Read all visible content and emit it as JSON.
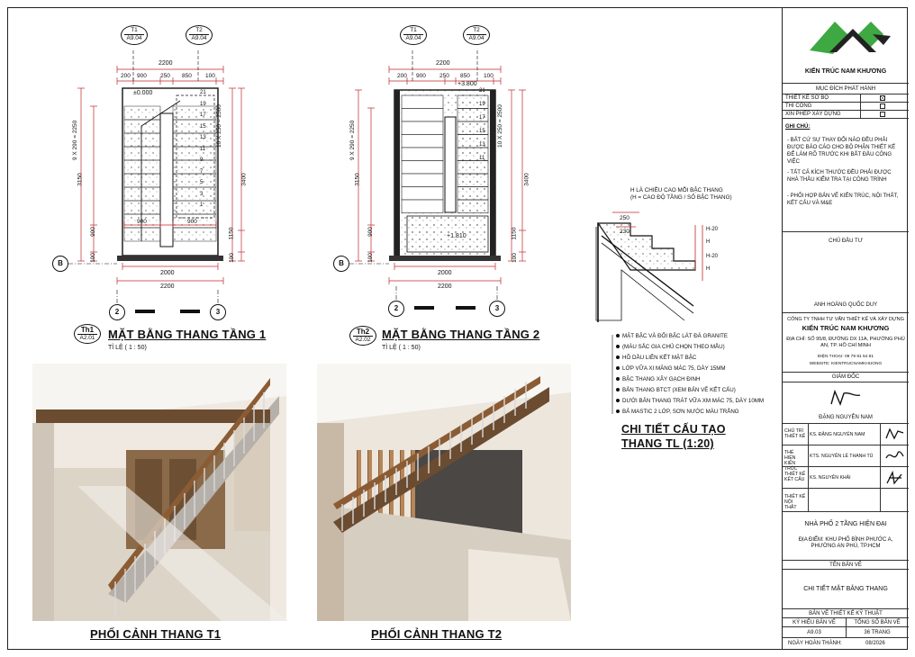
{
  "plans": [
    {
      "title": "MẶT BẰNG THANG TẦNG 1",
      "tag_top": "Th1",
      "tag_bottom": "A2.01",
      "scale": "TỈ LỆ ( 1 : 50)",
      "level": "±0.000",
      "sections": [
        {
          "top": "T1",
          "bottom": "A9.04"
        },
        {
          "top": "T2",
          "bottom": "A9.04"
        }
      ],
      "top_dims": [
        "200",
        "900",
        "250",
        "850",
        "100"
      ],
      "overall_top": "2200",
      "bottom_dims": [
        "2000",
        "2200"
      ],
      "inner_dims": [
        "900",
        "900"
      ],
      "left_dims": [
        "3150",
        "9 X 290 = 2250",
        "900",
        "100"
      ],
      "right_dims": [
        "10 X 250 = 2500",
        "3400",
        "1150",
        "100"
      ],
      "axis_left": "B",
      "axis_bottom": [
        "2",
        "3"
      ],
      "step_numbers": [
        "21",
        "19",
        "17",
        "15",
        "13",
        "11",
        "9",
        "7",
        "5",
        "3",
        "1"
      ]
    },
    {
      "title": "MẶT BẰNG THANG TẦNG 2",
      "tag_top": "Th2",
      "tag_bottom": "A2.02",
      "scale": "TỈ LỆ ( 1 : 50)",
      "level": "+3.800",
      "level_mid": "+1.810",
      "sections": [
        {
          "top": "T1",
          "bottom": "A9.04"
        },
        {
          "top": "T2",
          "bottom": "A9.04"
        }
      ],
      "top_dims": [
        "200",
        "900",
        "250",
        "850",
        "100"
      ],
      "overall_top": "2200",
      "bottom_dims": [
        "2000",
        "2200"
      ],
      "left_dims": [
        "3150",
        "9 X 290 = 2250",
        "900",
        "100"
      ],
      "right_dims": [
        "10 X 250 = 2500",
        "3400",
        "1150",
        "100"
      ],
      "axis_left": "B",
      "axis_bottom": [
        "2",
        "3"
      ],
      "step_numbers": [
        "21",
        "19",
        "17",
        "15",
        "13",
        "11"
      ]
    }
  ],
  "detail": {
    "header1": "H LÀ CHIỀU CAO MỖI BẬC THANG",
    "header2": "(H = CAO ĐỘ TẦNG / SỐ BẬC THANG)",
    "dims": [
      "250",
      "230",
      "H-20",
      "H",
      "H-20",
      "H"
    ],
    "notes": [
      "MẶT BẬC VÀ ĐỐI BẬC LÁT ĐÁ GRANITE",
      "(MÀU SẮC GIA CHỦ CHỌN THEO MẪU)",
      "HỒ DẦU LIÊN KẾT MẶT BẬC",
      "LỚP VỮA XI MĂNG MÁC 75, DÀY 15MM",
      "BẬC THANG XÂY GẠCH ĐINH",
      "BẢN THANG BTCT (XEM BẢN VẼ KẾT CẤU)",
      "DƯỚI BẢN THANG TRÁT VỮA XM MÁC 75, DÀY 10MM",
      "BẢ MASTIC 2 LỚP, SƠN NƯỚC MÀU TRẮNG"
    ],
    "title_line1": "CHI TIẾT CẤU TẠO",
    "title_line2": "THANG   TL (1:20)"
  },
  "renders": [
    {
      "title": "PHỐI CẢNH THANG T1"
    },
    {
      "title": "PHỐI CẢNH THANG T2"
    }
  ],
  "title_block": {
    "company_logo_text": "KIẾN TRÚC NAM KHƯƠNG",
    "purpose_header": "MỤC ĐÍCH PHÁT HÀNH",
    "purposes": [
      {
        "label": "THIẾT KẾ SƠ BỘ",
        "checked": true
      },
      {
        "label": "THI CÔNG",
        "checked": false
      },
      {
        "label": "XIN PHÉP XÂY DỰNG",
        "checked": false
      }
    ],
    "notes_header": "GHI CHÚ:",
    "notes": [
      "- BẤT CỨ SỰ THAY ĐỔI NÀO ĐỀU PHẢI ĐƯỢC BÁO CÁO CHO BỘ PHẬN THIẾT KẾ ĐỂ LÀM RÕ TRƯỚC KHI BẮT ĐẦU CÔNG VIỆC",
      "- TẤT CẢ KÍCH THƯỚC ĐỀU PHẢI ĐƯỢC NHÀ THẦU KIỂM TRA TẠI CÔNG TRÌNH",
      "- PHỐI HỢP BẢN VẼ KIẾN TRÚC, NỘI THẤT, KẾT CẤU VÀ M&E"
    ],
    "owner_header": "CHỦ ĐẦU TƯ",
    "owner_name": "ANH HOÀNG QUỐC DUY",
    "company_full": "CÔNG TY TNHH TƯ VẤN THIẾT KẾ VÀ XÂY DỰNG",
    "company_name": "KIẾN TRÚC NAM KHƯƠNG",
    "address": "ĐỊA CHỈ: SỐ 95/8, ĐƯỜNG DX 11A, PHƯỜNG PHÚ AN, TP. HỒ CHÍ MINH",
    "phone": "ĐIỆN THOẠI: 09 79 81 54 81",
    "website": "WEBSITE: KIENTRUCNAMKHUONG",
    "director_header": "GIÁM ĐỐC",
    "director_name": "ĐẶNG NGUYÊN NAM",
    "staff": [
      {
        "role": "CHỦ TRÌ THIẾT KẾ",
        "name": "KS. ĐẶNG NGUYÊN NAM"
      },
      {
        "role": "THỂ HIỆN KIẾN TRÚC",
        "name": "KTS. NGUYỄN LÊ THANH TÚ"
      },
      {
        "role": "THIẾT KẾ KẾT CẤU",
        "name": "KS. NGUYỄN KHẢI"
      },
      {
        "role": "THIẾT KẾ NỘI THẤT",
        "name": ""
      }
    ],
    "project_line1": "NHÀ PHỐ 2 TẦNG HIỆN ĐẠI",
    "project_location": "ĐỊA ĐIỂM: KHU PHỐ BÌNH PHƯỚC A, PHƯỜNG AN PHÚ, TP.HCM",
    "drawing_name_header": "TÊN BẢN VẼ",
    "drawing_name": "CHI TIẾT MẶT BẰNG THANG",
    "drawing_type": "BẢN VẼ THIẾT KẾ KỸ THUẬT",
    "code_label": "KÝ HIỆU BẢN VẼ",
    "code_value": "A9.03",
    "total_label": "TỔNG SỐ BẢN VẼ",
    "total_value": "36 TRANG",
    "date_label": "NGÀY HOÀN THÀNH:",
    "date_value": "08/2026"
  },
  "colors": {
    "dim_red": "#c0262c",
    "logo_green": "#3ea843",
    "wood": "#a87a4a",
    "line": "#111111"
  }
}
